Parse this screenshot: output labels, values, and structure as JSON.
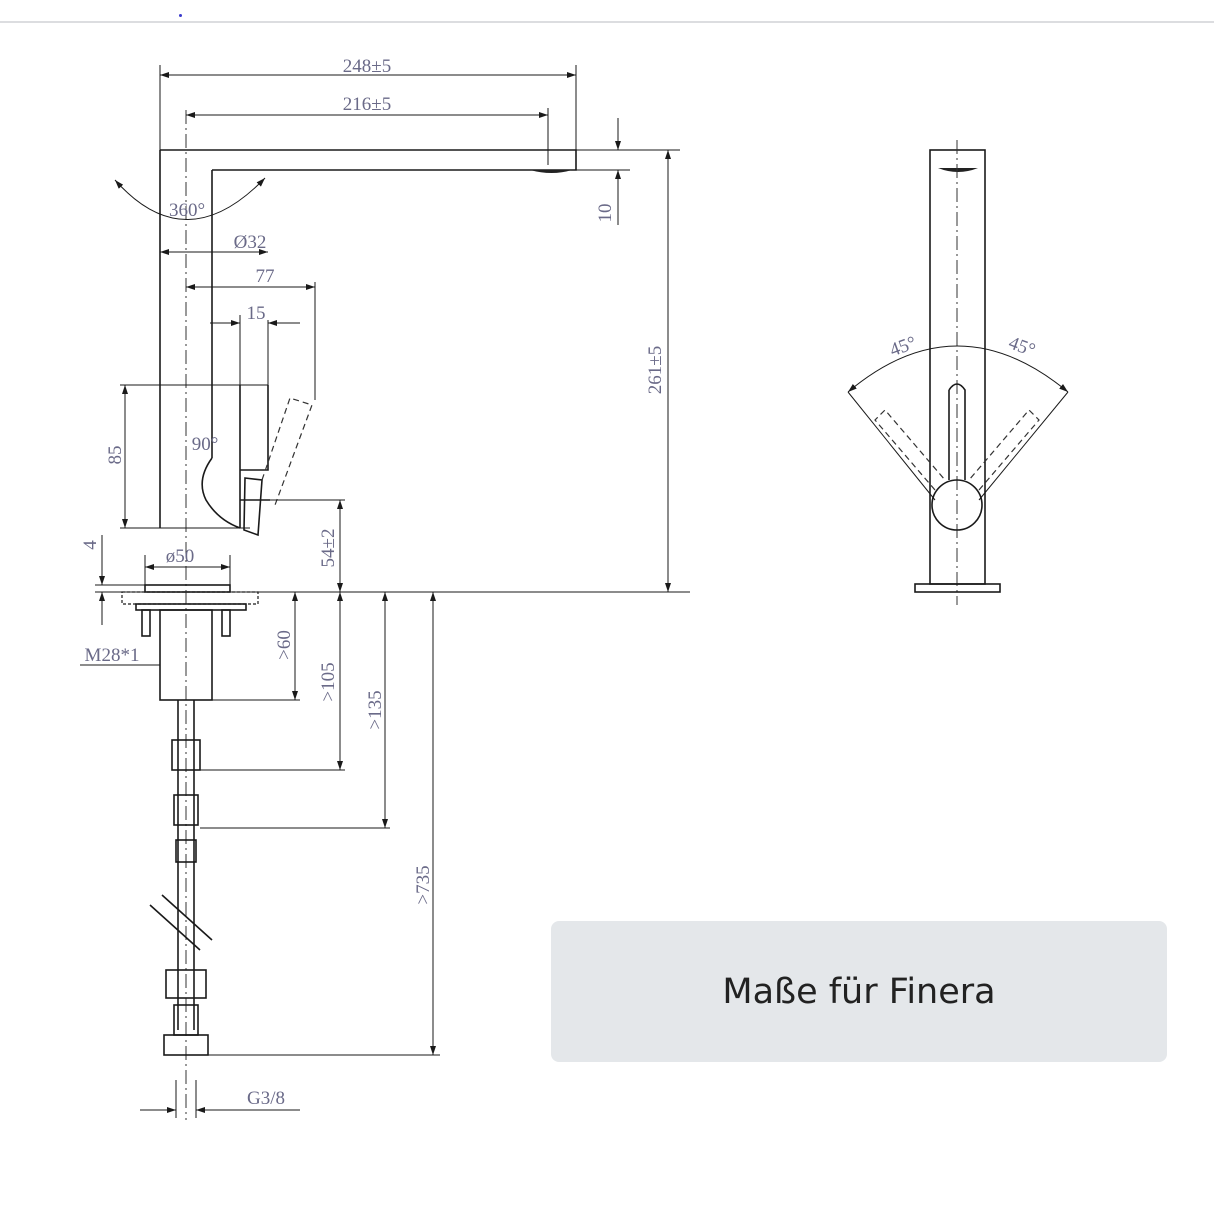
{
  "caption": "Maße für Finera",
  "dimensions": {
    "spout_total_length": "248±5",
    "spout_reach": "216±5",
    "rotation": "360°",
    "column_diameter": "Ø32",
    "handle_offset": "77",
    "handle_width": "15",
    "handle_angle": "90°",
    "handle_height": "85",
    "spout_outlet_height": "10",
    "total_height": "261±5",
    "base_thickness": "4",
    "base_diameter": "ø50",
    "handle_base_height": "54±2",
    "thread": "M28*1",
    "min_60": ">60",
    "min_105": ">105",
    "min_135": ">135",
    "min_735": ">735",
    "connection": "G3/8",
    "swing_left": "45°",
    "swing_right": "45°"
  }
}
